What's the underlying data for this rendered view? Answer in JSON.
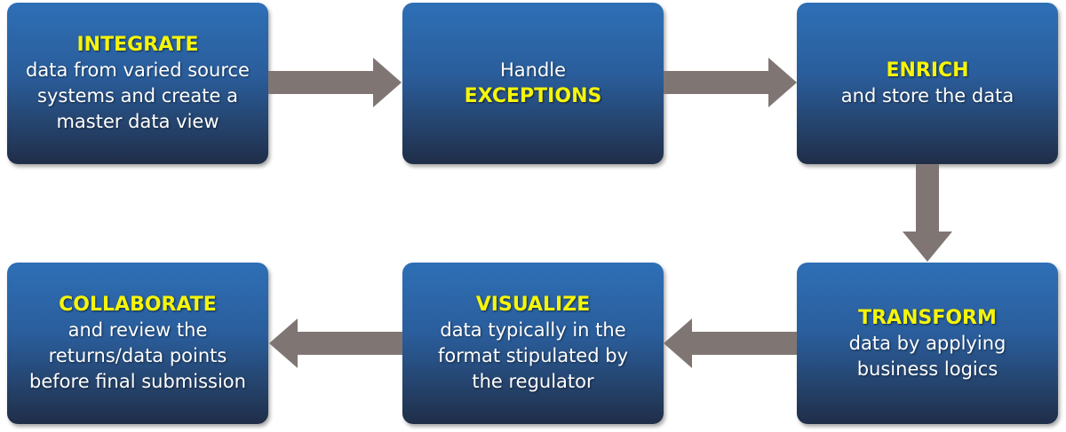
{
  "steps": [
    {
      "title": "INTEGRATE",
      "lines": [
        "data from varied source",
        "systems and create a",
        "master data view"
      ]
    },
    {
      "title": "EXCEPTIONS",
      "pre": "Handle",
      "lines": []
    },
    {
      "title": "ENRICH",
      "lines": [
        "and store the data"
      ]
    },
    {
      "title": "TRANSFORM",
      "lines": [
        "data by applying",
        "business logics"
      ]
    },
    {
      "title": "VISUALIZE",
      "lines": [
        "data typically in the",
        "format stipulated by",
        "the regulator"
      ]
    },
    {
      "title": "COLLABORATE",
      "lines": [
        "and review the",
        "returns/data points",
        "before final submission"
      ]
    }
  ],
  "colors": {
    "title": "#f5f50a",
    "arrow": "#7f7674",
    "box_top": "#2e6fb6",
    "box_bottom": "#1f2e48"
  }
}
